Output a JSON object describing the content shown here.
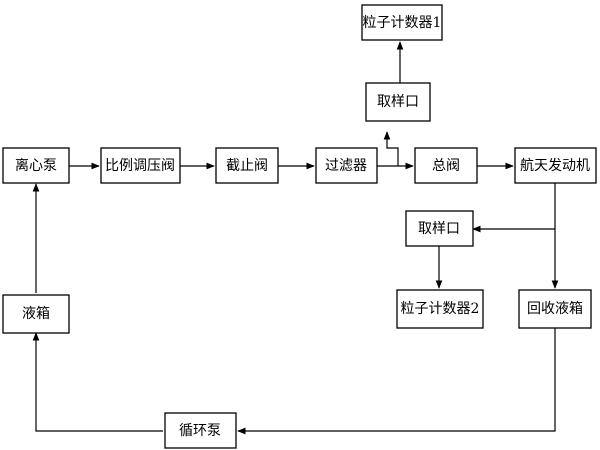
{
  "nodes": {
    "centrifugal_pump": "离心泵",
    "proportional_valve": "比例调压阀",
    "shutoff_valve": "截止阀",
    "filter": "过滤器",
    "main_valve": "总阀",
    "aero_engine": "航天发动机",
    "sampling_port_1": "取样口",
    "particle_counter_1": "粒子计数器1",
    "sampling_port_2": "取样口",
    "particle_counter_2": "粒子计数器2",
    "recovery_tank": "回收液箱",
    "liquid_tank": "液箱",
    "circulation_pump": "循环泵"
  },
  "colors": {
    "stroke": "#000000",
    "background": "#ffffff"
  }
}
